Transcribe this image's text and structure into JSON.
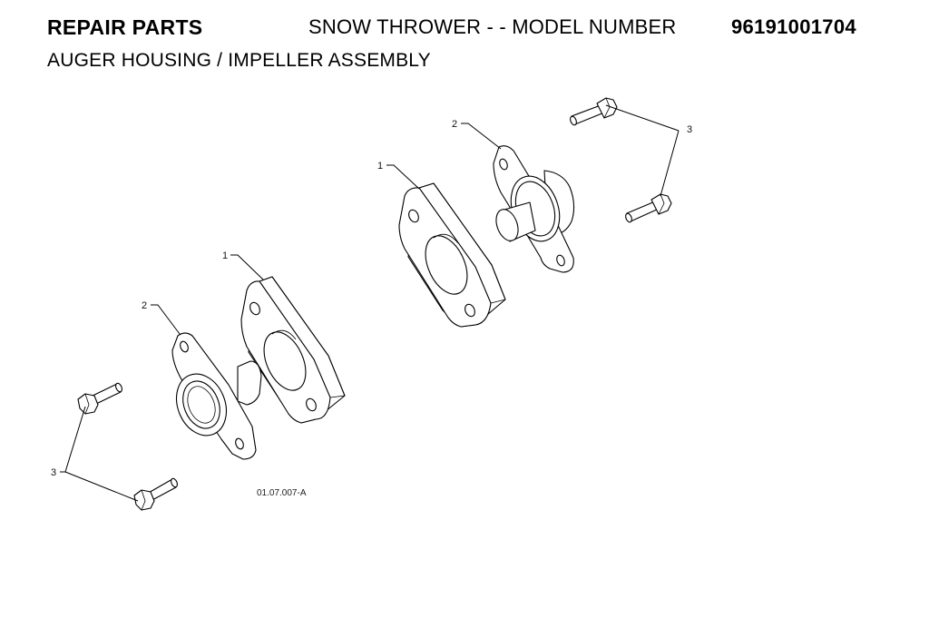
{
  "header": {
    "title_left": "REPAIR PARTS",
    "title_mid": "SNOW THROWER - - MODEL NUMBER",
    "model_number": "96191001704",
    "subtitle": "AUGER HOUSING / IMPELLER ASSEMBLY"
  },
  "diagram": {
    "reference_code": "01.07.007-A",
    "callouts": {
      "flange_left": "1",
      "flange_right": "1",
      "bearing_left": "2",
      "bearing_right": "2",
      "bolts_left": "3",
      "bolts_right": "3"
    }
  }
}
